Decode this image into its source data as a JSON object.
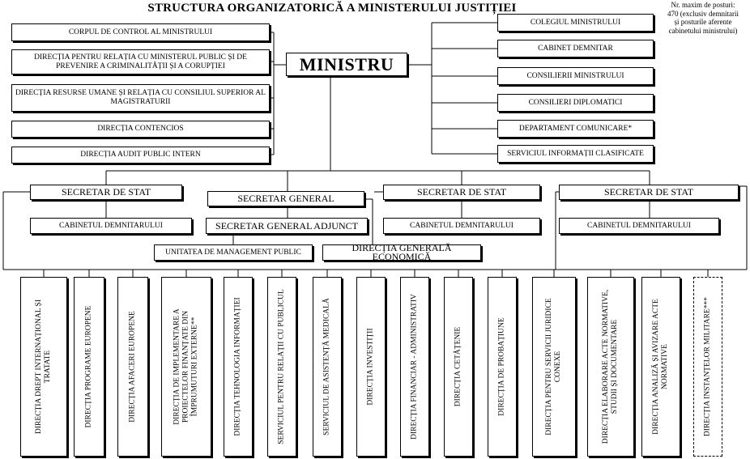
{
  "header": {
    "title": "STRUCTURA ORGANIZATORICĂ A MINISTERULUI JUSTIȚIEI",
    "note_lines": [
      "Nr. maxim de posturi:",
      "470 (exclusiv demnitarii",
      "și posturile aferente",
      "cabinetului ministrului)"
    ]
  },
  "minister": "MINISTRU",
  "left_units": [
    "CORPUL DE CONTROL AL MINISTRULUI",
    "DIRECȚIA PENTRU RELAȚIA CU MINISTERUL PUBLIC ȘI DE PREVENIRE A CRIMINALITĂȚII ȘI A CORUPȚIEI",
    "DIRECȚIA RESURSE UMANE ȘI RELAȚIA CU CONSILIUL SUPERIOR AL MAGISTRATURII",
    "DIRECȚIA CONTENCIOS",
    "DIRECȚIA AUDIT PUBLIC INTERN"
  ],
  "right_units": [
    "COLEGIUL MINISTRULUI",
    "CABINET DEMNITAR",
    "CONSILIERII MINISTRULUI",
    "CONSILIERI DIPLOMATICI",
    "DEPARTAMENT COMUNICARE*",
    "SERVICIUL INFORMAȚII CLASIFICATE"
  ],
  "secretaries": {
    "secretar_stat_1": "SECRETAR DE STAT",
    "secretar_general": "SECRETAR GENERAL",
    "secretar_stat_2": "SECRETAR DE STAT",
    "secretar_stat_3": "SECRETAR DE STAT",
    "cabinet_1": "CABINETUL DEMNITARULUI",
    "secretar_general_adjunct": "SECRETAR GENERAL ADJUNCT",
    "cabinet_2": "CABINETUL DEMNITARULUI",
    "cabinet_3": "CABINETUL DEMNITARULUI"
  },
  "mid_units": {
    "management_public": "UNITATEA DE MANAGEMENT PUBLIC",
    "directia_economica": "DIRECȚIA GENERALĂ ECONOMICĂ"
  },
  "bottom_units": [
    "DIRECȚIA DREPT INTERNAȚIONAL ȘI TRATATE",
    "DIRECȚIA PROGRAME EUROPENE",
    "DIRECȚIA AFACERI EUROPENE",
    "DIRECȚIA DE IMPLEMENTARE A PROIECTELOR FINANȚATE DIN ÎMPRUMUTURI EXTERNE**",
    "DIRECȚIA TEHNOLOGIA INFORMAȚIEI",
    "SERVICIUL PENTRU RELAȚII CU PUBLICUL",
    "SERVICIUL DE ASISTENȚĂ MEDICALĂ",
    "DIRECȚIA INVESTIȚII",
    "DIRECȚIA FINANCIAR - ADMINISTRATIV",
    "DIRECȚIA CETĂȚENIE",
    "DIRECȚIA DE PROBAȚIUNE",
    "DIRECȚIA PENTRU SERVICII JURIDICE CONEXE",
    "DIRECȚIA ELABORARE ACTE NORMATIVE, STUDII ȘI DOCUMENTARE",
    "DIRECȚIA ANALIZĂ ȘI AVIZARE ACTE NORMATIVE",
    "DIRECȚIA INSTANȚELOR MILITARE***"
  ]
}
